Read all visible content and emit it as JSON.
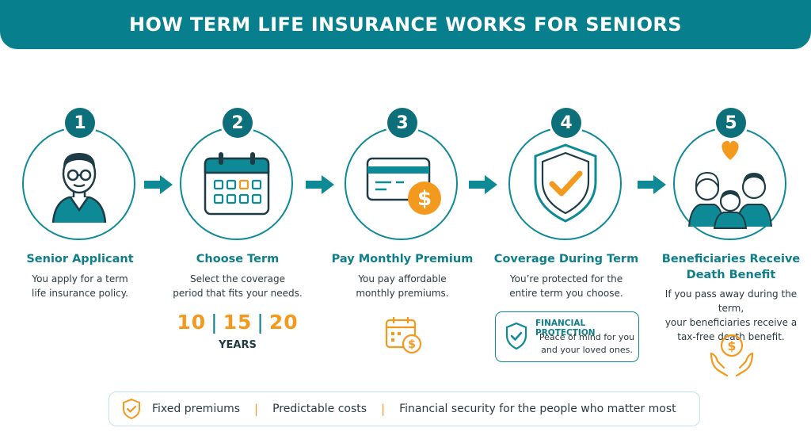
{
  "header": {
    "title": "HOW TERM LIFE INSURANCE WORKS FOR SENIORS"
  },
  "colors": {
    "teal": "#087f8c",
    "orange": "#f39a1e",
    "dark_text": "#2b3a40"
  },
  "steps": [
    {
      "number": "1",
      "title": "Senior Applicant",
      "desc_lines": [
        "You apply for a term",
        "life insurance policy."
      ],
      "icon": "senior-person-icon"
    },
    {
      "number": "2",
      "title": "Choose Term",
      "desc_lines": [
        "Select the coverage",
        "period that fits your needs."
      ],
      "icon": "calendar-icon"
    },
    {
      "number": "3",
      "title": "Pay Monthly Premium",
      "desc_lines": [
        "You pay affordable",
        "monthly premiums."
      ],
      "icon": "credit-card-dollar-icon"
    },
    {
      "number": "4",
      "title": "Coverage During Term",
      "desc_lines": [
        "You’re protected for the",
        "entire term you choose."
      ],
      "icon": "shield-check-icon"
    },
    {
      "number": "5",
      "title_lines": [
        "Beneficiaries Receive",
        "Death Benefit"
      ],
      "desc_lines": [
        "If you pass away during the term,",
        "your beneficiaries receive a",
        "tax-free death benefit."
      ],
      "icon": "family-heart-icon"
    }
  ],
  "term_options": [
    "10",
    "15",
    "20"
  ],
  "term_unit": "YEARS",
  "financial_protection": {
    "title": "FINANCIAL PROTECTION",
    "lines": [
      "Peace of mind for you",
      "and your loved ones."
    ]
  },
  "bottom_bar": {
    "items": [
      "Fixed premiums",
      "Predictable costs",
      "Financial security for the people who matter most"
    ]
  }
}
